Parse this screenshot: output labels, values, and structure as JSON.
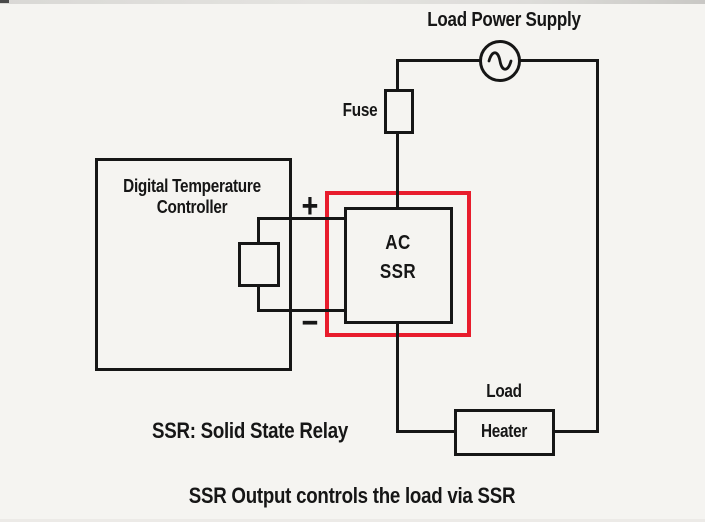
{
  "colors": {
    "background": "#f5f4f1",
    "line": "#161616",
    "highlight_red": "#e81c2c"
  },
  "diagram": {
    "power_supply_label": "Load Power Supply",
    "ac_source_icon": "sine-wave-icon",
    "fuse_label": "Fuse",
    "controller_label_line1": "Digital Temperature",
    "controller_label_line2": "Controller",
    "plus_label": "+",
    "minus_label": "−",
    "ssr_label_line1": "AC",
    "ssr_label_line2": "SSR",
    "load_label": "Load",
    "heater_label": "Heater"
  },
  "captions": {
    "abbreviation": "SSR: Solid State Relay",
    "description": "SSR Output controls the load via SSR"
  }
}
